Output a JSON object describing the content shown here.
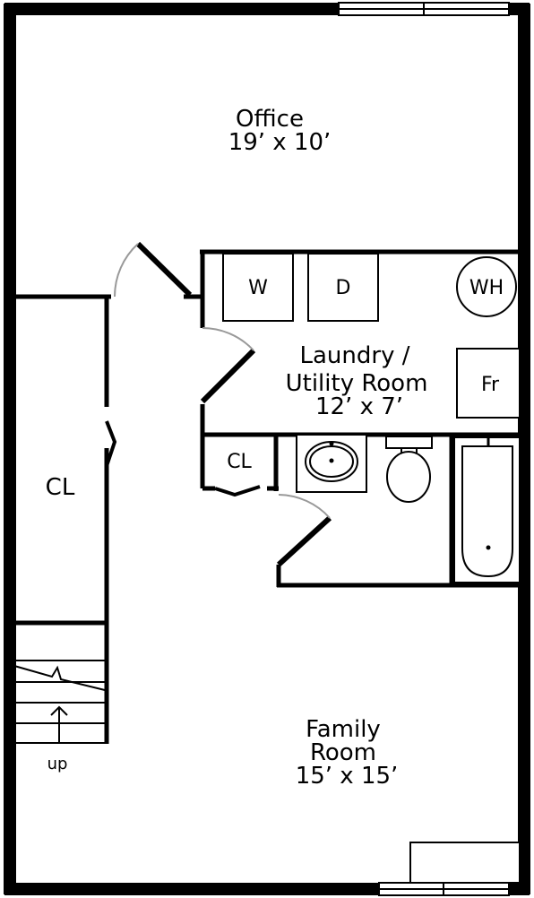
{
  "rooms": {
    "office": {
      "name": "Office",
      "dims": "19’ x 10’"
    },
    "laundry": {
      "name_line1": "Laundry /",
      "name_line2": "Utility Room",
      "dims": "12’ x 7’"
    },
    "family": {
      "name_line1": "Family",
      "name_line2": "Room",
      "dims": "15’ x 15’"
    }
  },
  "closets": {
    "left": "CL",
    "center": "CL"
  },
  "appliances": {
    "washer": "W",
    "dryer": "D",
    "water_heater": "WH",
    "fridge": "Fr"
  },
  "stairs": {
    "label": "up"
  }
}
